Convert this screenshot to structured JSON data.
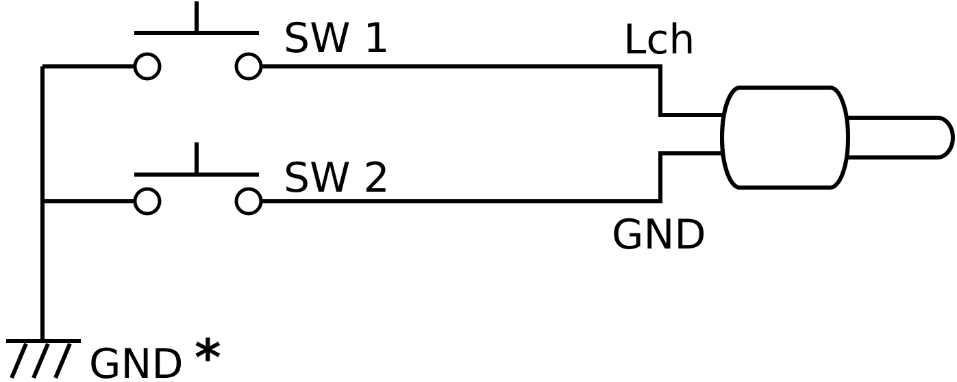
{
  "diagram": {
    "labels": {
      "sw1": "SW 1",
      "sw2": "SW 2",
      "lch": "Lch",
      "gnd_plug": "GND",
      "gnd_ground": "GND",
      "asterisk": "*"
    },
    "line_color": "#000000",
    "background": "#ffffff"
  }
}
